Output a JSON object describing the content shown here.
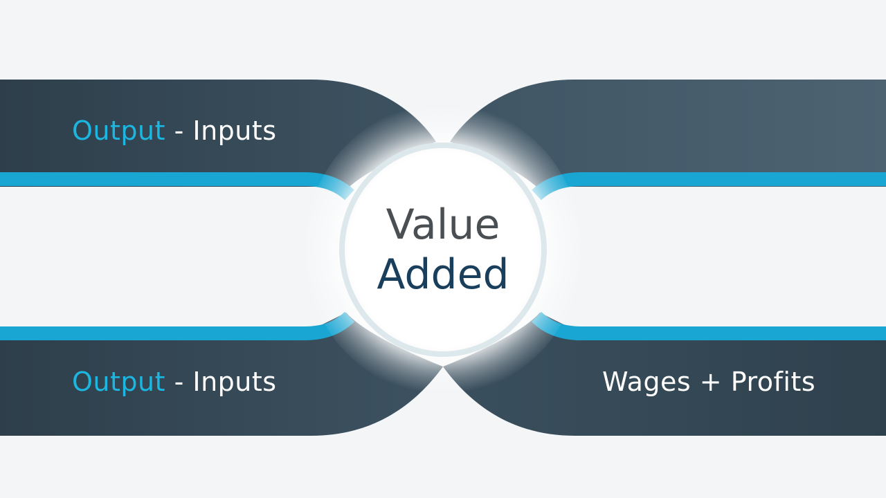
{
  "center": {
    "line1": "Value",
    "line2": "Added"
  },
  "top_left": {
    "accent": "Output",
    "rest": " - Inputs"
  },
  "bottom_left": {
    "accent": "Output",
    "rest": " - Inputs"
  },
  "bottom_right": {
    "text": "Wages + Profits"
  },
  "colors": {
    "band_dark": "#334652",
    "band_mid": "#425867",
    "accent_line": "#1aa6d3",
    "accent_text": "#1cb6e0",
    "center_text_top": "#4a4f54",
    "center_text_bottom": "#1a3f5c"
  }
}
